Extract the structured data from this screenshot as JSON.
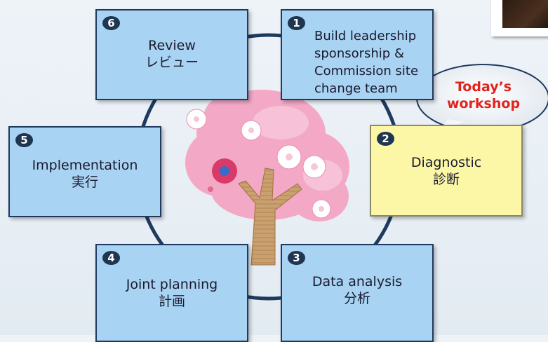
{
  "steps": [
    {
      "number": "1",
      "lines": [
        "Build leadership",
        "sponsorship &",
        "Commission site",
        "change team"
      ]
    },
    {
      "number": "2",
      "lines": [
        "Diagnostic",
        "診断"
      ]
    },
    {
      "number": "3",
      "lines": [
        "Data analysis",
        "分析"
      ]
    },
    {
      "number": "4",
      "lines": [
        "Joint planning",
        "計画"
      ]
    },
    {
      "number": "5",
      "lines": [
        "Implementation",
        "実行"
      ]
    },
    {
      "number": "6",
      "lines": [
        "Review",
        "レビュー"
      ]
    }
  ],
  "callout": {
    "lines": [
      "Today’s",
      "workshop"
    ]
  },
  "colors": {
    "step_fill": "#a9d3f2",
    "highlight_fill": "#fbf7a6",
    "border": "#1f3a5f",
    "callout_text": "#e0241b",
    "cycle_ring": "#1f3a5f",
    "blossom": "#f3a9c6"
  },
  "icons": [
    "cherry-blossom-tree-icon",
    "speech-bubble-icon"
  ]
}
